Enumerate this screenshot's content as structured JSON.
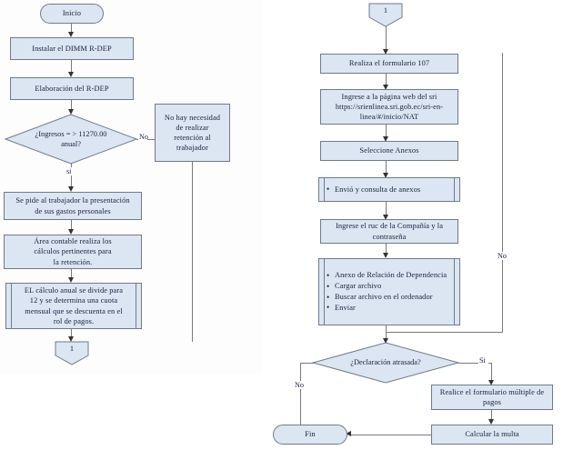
{
  "diagram": {
    "title": "Flujograma R-DEP / Anexo de Relación de Dependencia",
    "accent_fill": "#dce6f2",
    "accent_stroke": "#6f7b8a",
    "connector_color": "#7a7a7a",
    "text_color": "#16213e"
  },
  "left_column": {
    "start": {
      "label": "Inicio"
    },
    "n1": {
      "label": "Instalar el DIMM R-DEP"
    },
    "n2": {
      "label": "Elaboración del R-DEP"
    },
    "decision1": {
      "line1": "¿Ingresos = > 11270.00",
      "line2": "anual?"
    },
    "decision1_yes": "si",
    "decision1_no": "No",
    "side_box": {
      "line1": "No hay necesidad",
      "line2": "de realizar",
      "line3": "retención al",
      "line4": "trabajador"
    },
    "n3": {
      "line1": "Se pide al trabajador la presentación",
      "line2": "de sus  gastos personales"
    },
    "n4": {
      "line1": "Área contable realiza los",
      "line2": "cálculos pertinentes para",
      "line3": "la retención."
    },
    "n5": {
      "line1": "EL cálculo anual se divide para",
      "line2": "12 y se determina una cuota",
      "line3": "mensual que se descuenta en el",
      "line4": "rol de pagos."
    },
    "connector_out": {
      "label": "1"
    }
  },
  "right_column": {
    "connector_in": {
      "label": "1"
    },
    "r1": {
      "label": "Realiza el formulario 107"
    },
    "r2": {
      "line1": "Ingrese a la página web del sri",
      "line2": "https://srienlinea.sri.gob.ec/sri-en-",
      "line3": "linea/#/inicio/NAT"
    },
    "r3": {
      "label": "Seleccione Anexos"
    },
    "r4": {
      "bullets": [
        "Envió y consulta de anexos"
      ]
    },
    "r5": {
      "line1": "Ingrese el ruc de la Compañía y la",
      "line2": "contraseña"
    },
    "r6": {
      "bullets": [
        "Anexo de Relación de Dependencia",
        "Cargar archivo",
        "Buscar archivo en el ordenador",
        "Enviar"
      ]
    },
    "decision2": {
      "label": "¿Declaración atrasada?"
    },
    "decision2_yes": "Si",
    "decision2_no": "No",
    "loop_label": "No",
    "r7": {
      "line1": "Realice el  formulario múltiple de",
      "line2": "pagos"
    },
    "r8": {
      "label": "Calcular la multa"
    },
    "end": {
      "label": "Fin"
    }
  }
}
